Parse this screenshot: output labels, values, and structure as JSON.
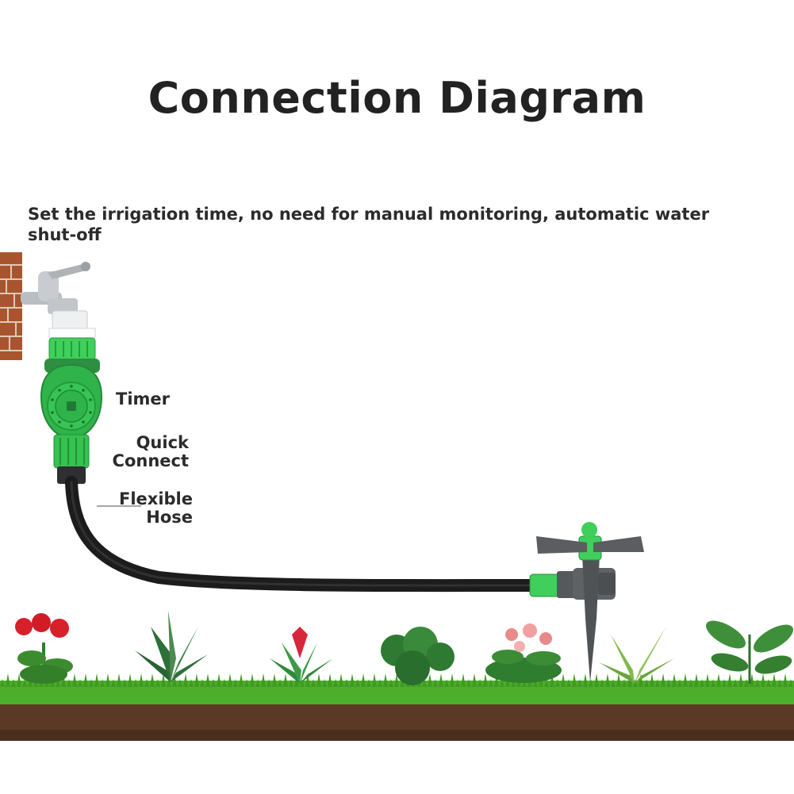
{
  "title": "Connection Diagram",
  "subtitle": "Set the irrigation time, no need for manual monitoring, automatic water shut-off",
  "labels": {
    "timer": "Timer",
    "quick_connect": [
      "Quick",
      "Connect"
    ],
    "flexible_hose": [
      "Flexible",
      "Hose"
    ]
  },
  "colors": {
    "timer_green": "#2fb34a",
    "connector_green": "#3fcf5a",
    "hose": "#1c1c1c",
    "sprinkler_gray": "#55595c",
    "grass": "#4cae2a",
    "soil": "#5a3a26",
    "brick": "#a8552f"
  }
}
